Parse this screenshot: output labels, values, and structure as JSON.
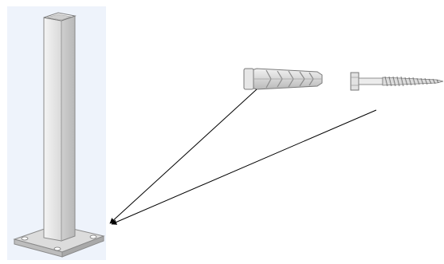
{
  "diagram": {
    "parts": [
      {
        "name": "square-post-with-base-plate"
      },
      {
        "name": "wall-plug"
      },
      {
        "name": "hex-lag-screw"
      }
    ],
    "callout_arrows": [
      {
        "from": "wall-plug",
        "to": "base-plate-hole"
      },
      {
        "from": "hex-lag-screw",
        "to": "base-plate-hole"
      }
    ],
    "colors": {
      "background_panel": "#eef3fb",
      "part_fill": "#e4e4e4",
      "part_stroke": "#7a7a7a",
      "arrow": "#000000"
    }
  }
}
